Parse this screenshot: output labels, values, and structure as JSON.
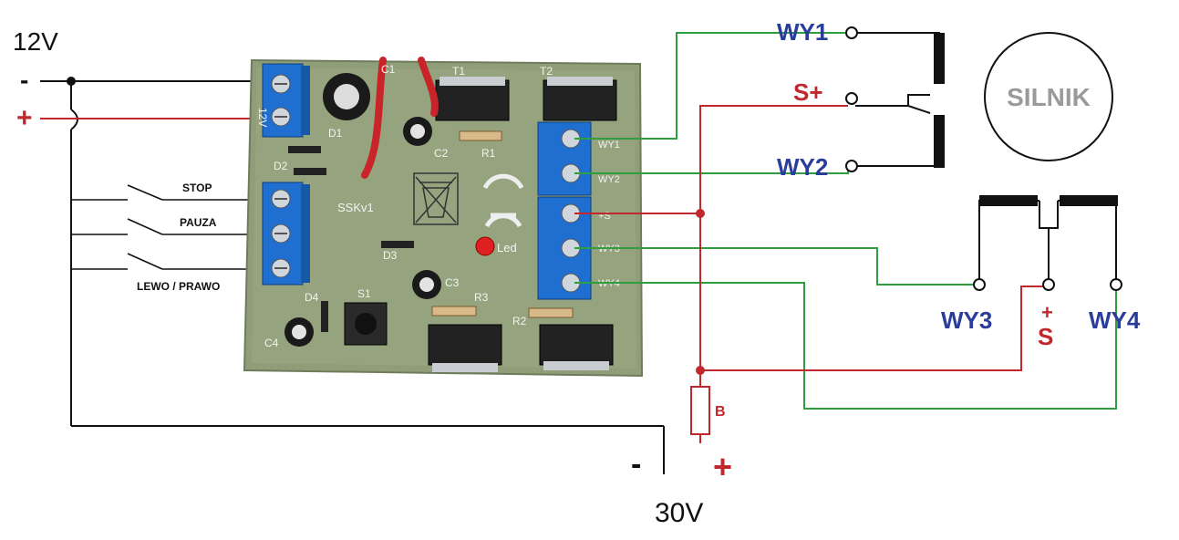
{
  "supply": {
    "logic_voltage": "12V",
    "logic_minus": "-",
    "logic_plus": "+",
    "power_voltage": "30V",
    "power_minus": "-",
    "power_plus": "+"
  },
  "switches": {
    "stop": "STOP",
    "pauza": "PAUZA",
    "lewo_prawo": "LEWO / PRAWO"
  },
  "board": {
    "name": "SSKv1",
    "labels": {
      "c1": "C1",
      "t1": "T1",
      "t2": "T2",
      "d1": "D1",
      "d2": "D2",
      "c2": "C2",
      "r1": "R1",
      "d3": "D3",
      "c3": "C3",
      "r3": "R3",
      "d4": "D4",
      "s1": "S1",
      "c4": "C4",
      "r2": "R2",
      "led": "Led",
      "in12": "12V"
    },
    "terminals_right": [
      "WY1",
      "WY2",
      "+S",
      "WY3",
      "WY4"
    ]
  },
  "outputs": {
    "wy1": "WY1",
    "s_plus": "S+",
    "wy2": "WY2",
    "silnik": "SILNIK",
    "wy3": "WY3",
    "s_plus_sign": "+",
    "s_letter": "S",
    "wy4": "WY4",
    "fuse": "B"
  },
  "colors": {
    "black_wire": "#111111",
    "red_wire": "#c0282d",
    "green_wire": "#2e9e3e",
    "blue_text": "#2b3d9a",
    "red_text": "#c0282d",
    "board_green": "#8f9e78",
    "terminal_blue": "#1f6fd0"
  }
}
